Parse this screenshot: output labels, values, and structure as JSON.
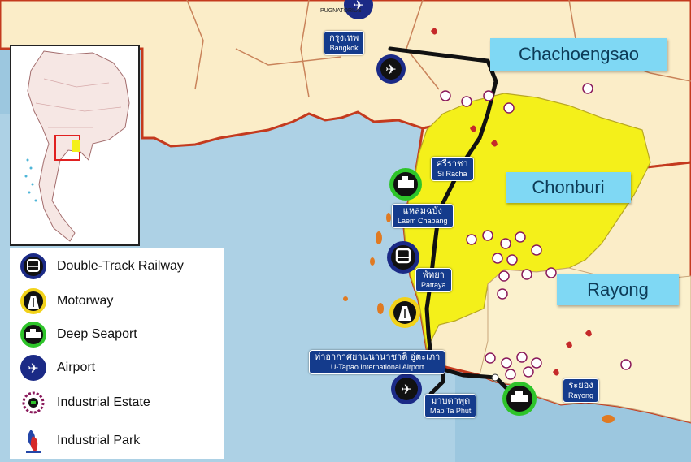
{
  "map": {
    "provinces": [
      "Chachoengsao",
      "Chonburi",
      "Rayong"
    ],
    "small_label": "PUGNATORIUS",
    "cities": [
      {
        "key": "bangkok",
        "th": "กรุงเทพ",
        "en": "Bangkok"
      },
      {
        "key": "si_racha",
        "th": "ศรีราชา",
        "en": "Si Racha"
      },
      {
        "key": "laem_chabang",
        "th": "แหลมฉบัง",
        "en": "Laem Chabang"
      },
      {
        "key": "pattaya",
        "th": "พัทยา",
        "en": "Pattaya"
      },
      {
        "key": "utapao",
        "th": "ท่าอากาศยานนานาชาติ อู่ตะเภา",
        "en": "U-Tapao International Airport"
      },
      {
        "key": "map_ta_phut",
        "th": "มาบตาพุด",
        "en": "Map Ta Phut"
      },
      {
        "key": "rayong",
        "th": "ระยอง",
        "en": "Rayong"
      }
    ]
  },
  "legend": [
    {
      "icon": "railway-icon",
      "label": "Double-Track Railway"
    },
    {
      "icon": "motorway-icon",
      "label": "Motorway"
    },
    {
      "icon": "seaport-icon",
      "label": "Deep Seaport"
    },
    {
      "icon": "airport-icon",
      "label": "Airport"
    },
    {
      "icon": "industrial-estate-icon",
      "label": "Industrial Estate"
    },
    {
      "icon": "industrial-park-icon",
      "label": "Industrial Park"
    }
  ],
  "colors": {
    "sea": "#9cc7df",
    "land": "#fbedc8",
    "chonburi": "#f4f01a",
    "coast": "#c43a1e",
    "railway": "#111111",
    "label_bg": "#143b8c",
    "province_box": "#7fd8f4",
    "icon_ring_blue": "#1b2a86",
    "icon_ring_green": "#2ec42a",
    "icon_ring_yellow": "#f2d21a"
  }
}
